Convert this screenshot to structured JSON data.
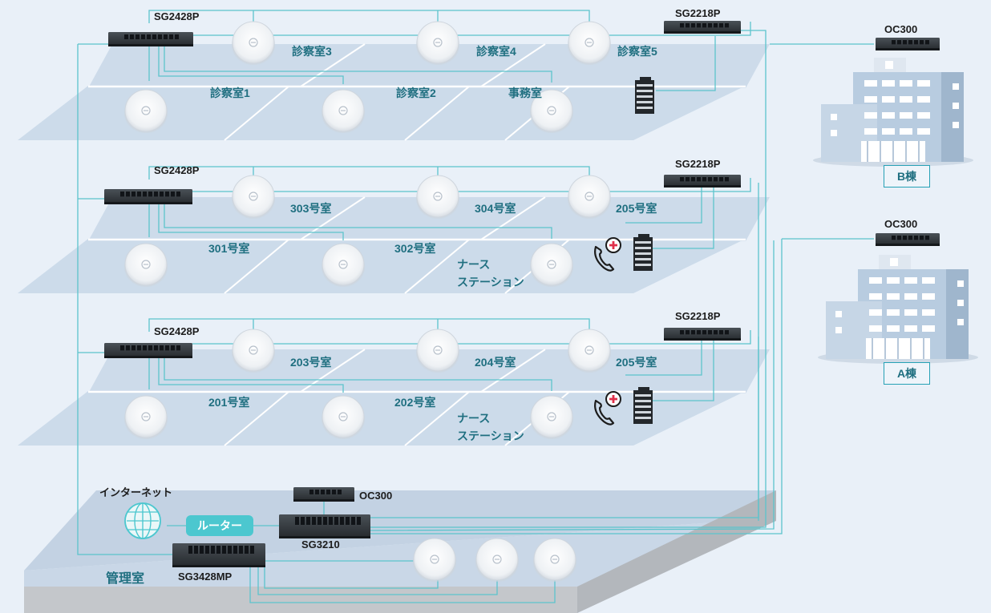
{
  "colors": {
    "background": "#e9f0f8",
    "floor": "#c9d8e8",
    "link": "#5cc4cc",
    "device": "#2e3338",
    "room_text": "#1f6f80",
    "router": "#4cc7cf",
    "building": "#a9bfd6"
  },
  "floors": [
    {
      "switch_left": "SG2428P",
      "switch_right": "SG2218P",
      "rooms": [
        "診察室3",
        "診察室4",
        "診察室5",
        "診察室1",
        "診察室2",
        "事務室"
      ]
    },
    {
      "switch_left": "SG2428P",
      "switch_right": "SG2218P",
      "rooms": [
        "303号室",
        "304号室",
        "205号室",
        "301号室",
        "302号室"
      ],
      "nurse_station": [
        "ナース",
        "ステーション"
      ]
    },
    {
      "switch_left": "SG2428P",
      "switch_right": "SG2218P",
      "rooms": [
        "203号室",
        "204号室",
        "205号室",
        "201号室",
        "202号室"
      ],
      "nurse_station": [
        "ナース",
        "ステーション"
      ]
    }
  ],
  "management": {
    "room": "管理室",
    "internet": "インターネット",
    "router": "ルーター",
    "controller": "OC300",
    "core_switch": "SG3210",
    "poe_switch": "SG3428MP"
  },
  "buildings": [
    {
      "controller": "OC300",
      "name": "B棟"
    },
    {
      "controller": "OC300",
      "name": "A棟"
    }
  ],
  "icons": [
    "access-point-icon",
    "phone-icon",
    "printer-icon",
    "globe-icon",
    "switch-icon",
    "hospital-building-icon"
  ]
}
